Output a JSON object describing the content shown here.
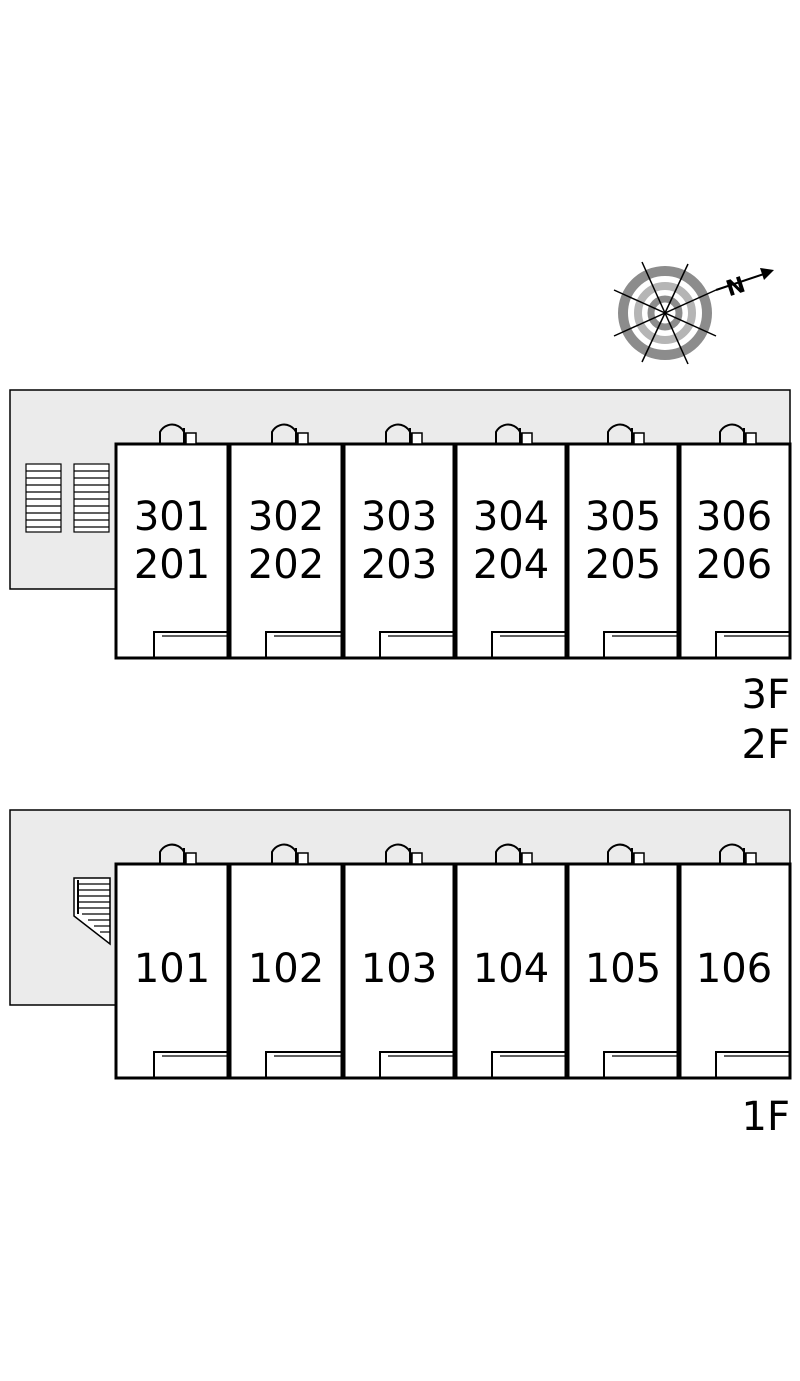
{
  "upper_block": {
    "floor_labels": [
      "3F",
      "2F"
    ],
    "rooms": [
      {
        "top": "301",
        "bottom": "201"
      },
      {
        "top": "302",
        "bottom": "202"
      },
      {
        "top": "303",
        "bottom": "203"
      },
      {
        "top": "304",
        "bottom": "204"
      },
      {
        "top": "305",
        "bottom": "205"
      },
      {
        "top": "306",
        "bottom": "206"
      }
    ]
  },
  "lower_block": {
    "floor_labels": [
      "1F"
    ],
    "rooms": [
      "101",
      "102",
      "103",
      "104",
      "105",
      "106"
    ]
  },
  "compass": {
    "label": "N",
    "icon": "north-compass-icon"
  },
  "colors": {
    "corridor": "#ebebeb",
    "lines": "#000000",
    "compass_ring": "#8c8c8c"
  }
}
